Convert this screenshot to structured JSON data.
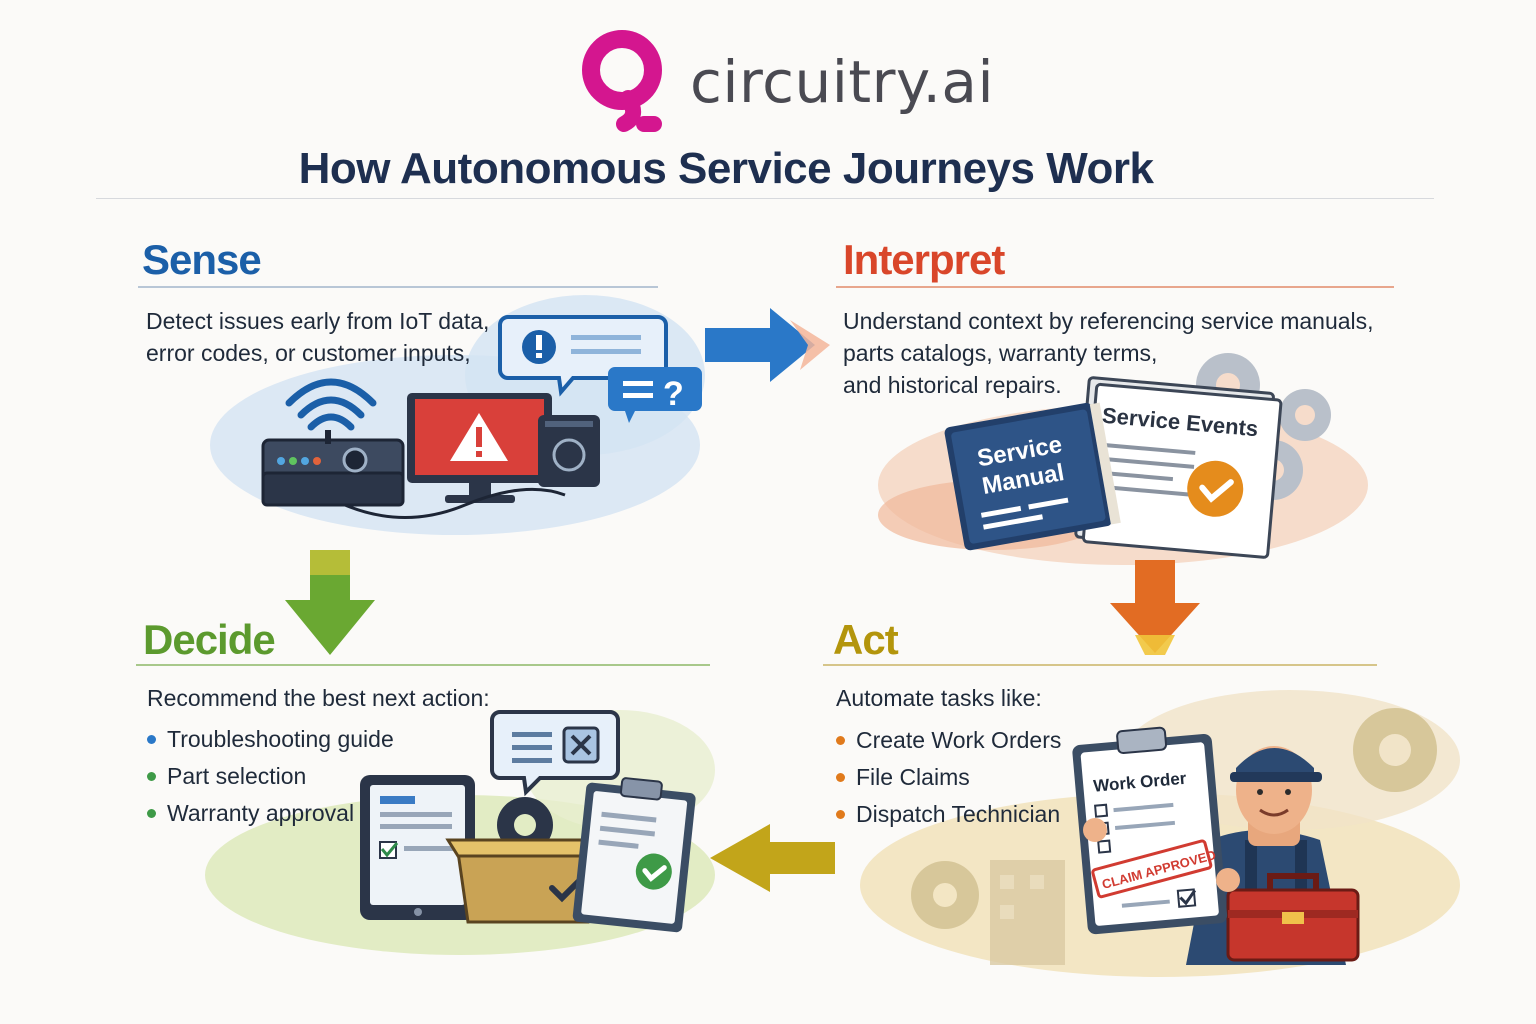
{
  "header": {
    "brand": "circuitry.ai",
    "title": "How Autonomous Service Journeys Work"
  },
  "colors": {
    "brand_magenta": "#d4168f",
    "sense": "#1b5fa8",
    "interpret": "#d9462a",
    "decide": "#5c9a2e",
    "act": "#b3950c",
    "title": "#1e2f50"
  },
  "sense": {
    "heading": "Sense",
    "desc_lines": [
      "Detect issues early from IoT data,",
      "error codes, or customer inputs,"
    ]
  },
  "interpret": {
    "heading": "Interpret",
    "desc_lines": [
      "Understand context by referencing service manuals,",
      "parts catalogs, warranty terms,",
      "and historical repairs."
    ],
    "art": {
      "manual_title_1": "Service",
      "manual_title_2": "Manual",
      "events_title": "Service Events"
    }
  },
  "decide": {
    "heading": "Decide",
    "desc": "Recommend the best next action:",
    "items": [
      "Troubleshooting guide",
      "Part selection",
      "Warranty approval"
    ]
  },
  "act": {
    "heading": "Act",
    "desc": "Automate tasks like:",
    "items": [
      "Create Work Orders",
      "File Claims",
      "Dispatch Technician"
    ],
    "art": {
      "clipboard_title": "Work Order",
      "stamp": "CLAIM APPROVED"
    }
  },
  "icons": {
    "logo": "circuitry-logo-icon",
    "router": "router-icon",
    "warning_monitor": "warning-monitor-icon",
    "chat_alert": "chat-alert-icon",
    "chat_question": "chat-question-icon",
    "manual_book": "manual-book-icon",
    "events_doc": "events-document-icon",
    "gears": "gears-icon",
    "tablet": "tablet-checklist-icon",
    "box": "parcel-box-icon",
    "clipboard": "clipboard-check-icon",
    "technician": "technician-icon",
    "toolbox": "toolbox-icon"
  }
}
